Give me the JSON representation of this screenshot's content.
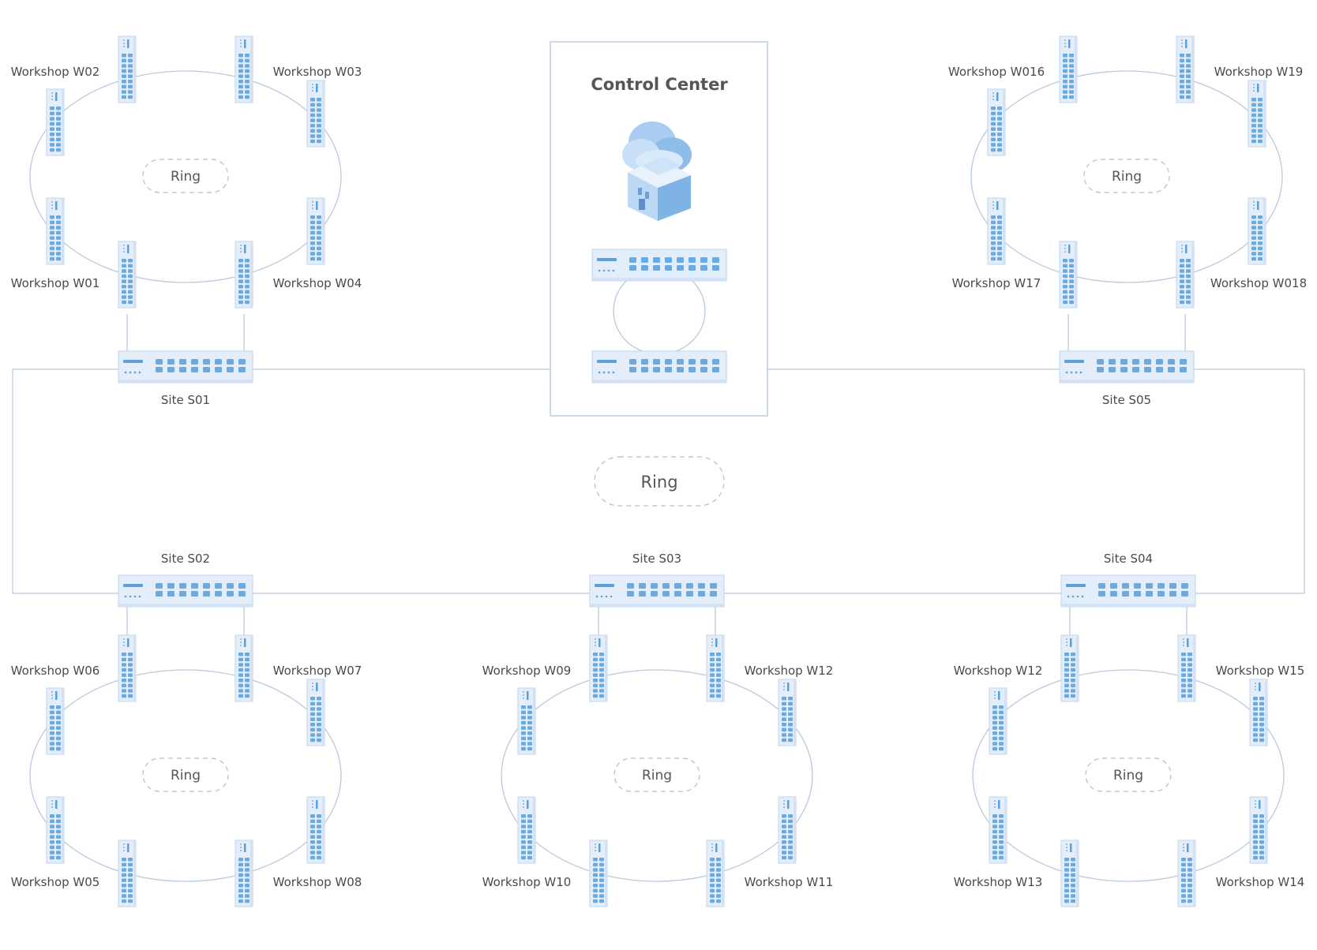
{
  "colors": {
    "line": "#b9c9de",
    "device_fill": "#e3eefa",
    "device_stroke": "#c3d5ea",
    "port": "#6aaae0",
    "accent": "#5b9fdc",
    "text": "#4a4a4a"
  },
  "control_center": {
    "title": "Control Center",
    "icon": "cloud-building-icon"
  },
  "backbone": {
    "ring_label": "Ring"
  },
  "sites": [
    {
      "name": "Site S01",
      "ring_label": "Ring",
      "workshops": {
        "top_left": "Workshop W02",
        "top_right": "Workshop W03",
        "bottom_left": "Workshop W01",
        "bottom_right": "Workshop W04"
      }
    },
    {
      "name": "Site S05",
      "ring_label": "Ring",
      "workshops": {
        "top_left": "Workshop W016",
        "top_right": "Workshop W19",
        "bottom_left": "Workshop W17",
        "bottom_right": "Workshop W018"
      }
    },
    {
      "name": "Site S02",
      "ring_label": "Ring",
      "workshops": {
        "top_left": "Workshop W06",
        "top_right": "Workshop W07",
        "bottom_left": "Workshop W05",
        "bottom_right": "Workshop W08"
      }
    },
    {
      "name": "Site S03",
      "ring_label": "Ring",
      "workshops": {
        "top_left": "Workshop W09",
        "top_right": "Workshop W12",
        "bottom_left": "Workshop W10",
        "bottom_right": "Workshop W11"
      }
    },
    {
      "name": "Site S04",
      "ring_label": "Ring",
      "workshops": {
        "top_left": "Workshop W12",
        "top_right": "Workshop W15",
        "bottom_left": "Workshop W13",
        "bottom_right": "Workshop W14"
      }
    }
  ]
}
